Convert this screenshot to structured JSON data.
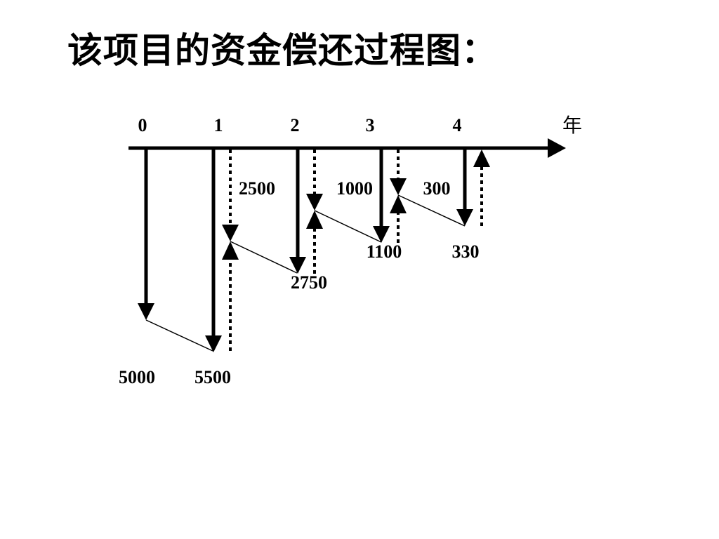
{
  "title": "该项目的资金偿还过程图：",
  "timeline": {
    "ticks": [
      "0",
      "1",
      "2",
      "3",
      "4"
    ],
    "unit": "年"
  },
  "amounts": {
    "borrow_0": "5000",
    "due_1": "5500",
    "repay_1": "2500",
    "due_2": "2750",
    "repay_2": "1000",
    "due_3": "1100",
    "repay_3": "300",
    "due_4": "330"
  }
}
